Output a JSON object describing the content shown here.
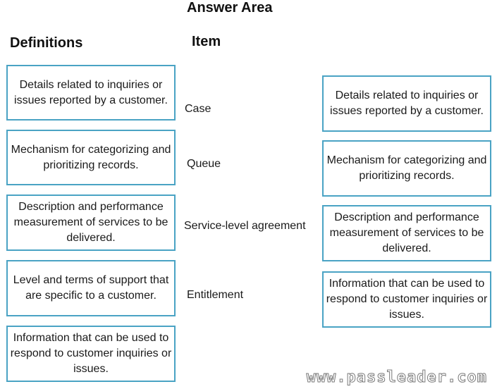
{
  "title": "Answer Area",
  "definitions_heading": "Definitions",
  "item_heading": "Item",
  "definitions": [
    "Details related to inquiries or issues reported by a customer.",
    "Mechanism for categorizing and prioritizing records.",
    "Description and performance measurement of services to be delivered.",
    "Level and terms of support that are specific to a customer.",
    "Information that can be used to respond to customer inquiries or issues."
  ],
  "items": [
    "Case",
    "Queue",
    "Service-level agreement",
    "Entitlement"
  ],
  "answers": [
    "Details related to inquiries or issues reported by a customer.",
    "Mechanism for categorizing and prioritizing records.",
    "Description and performance measurement of services to be delivered.",
    "Information that can be used to respond to customer inquiries or issues."
  ],
  "watermark": "www.passleader.com",
  "colors": {
    "box_border": "#4aa3c4"
  }
}
